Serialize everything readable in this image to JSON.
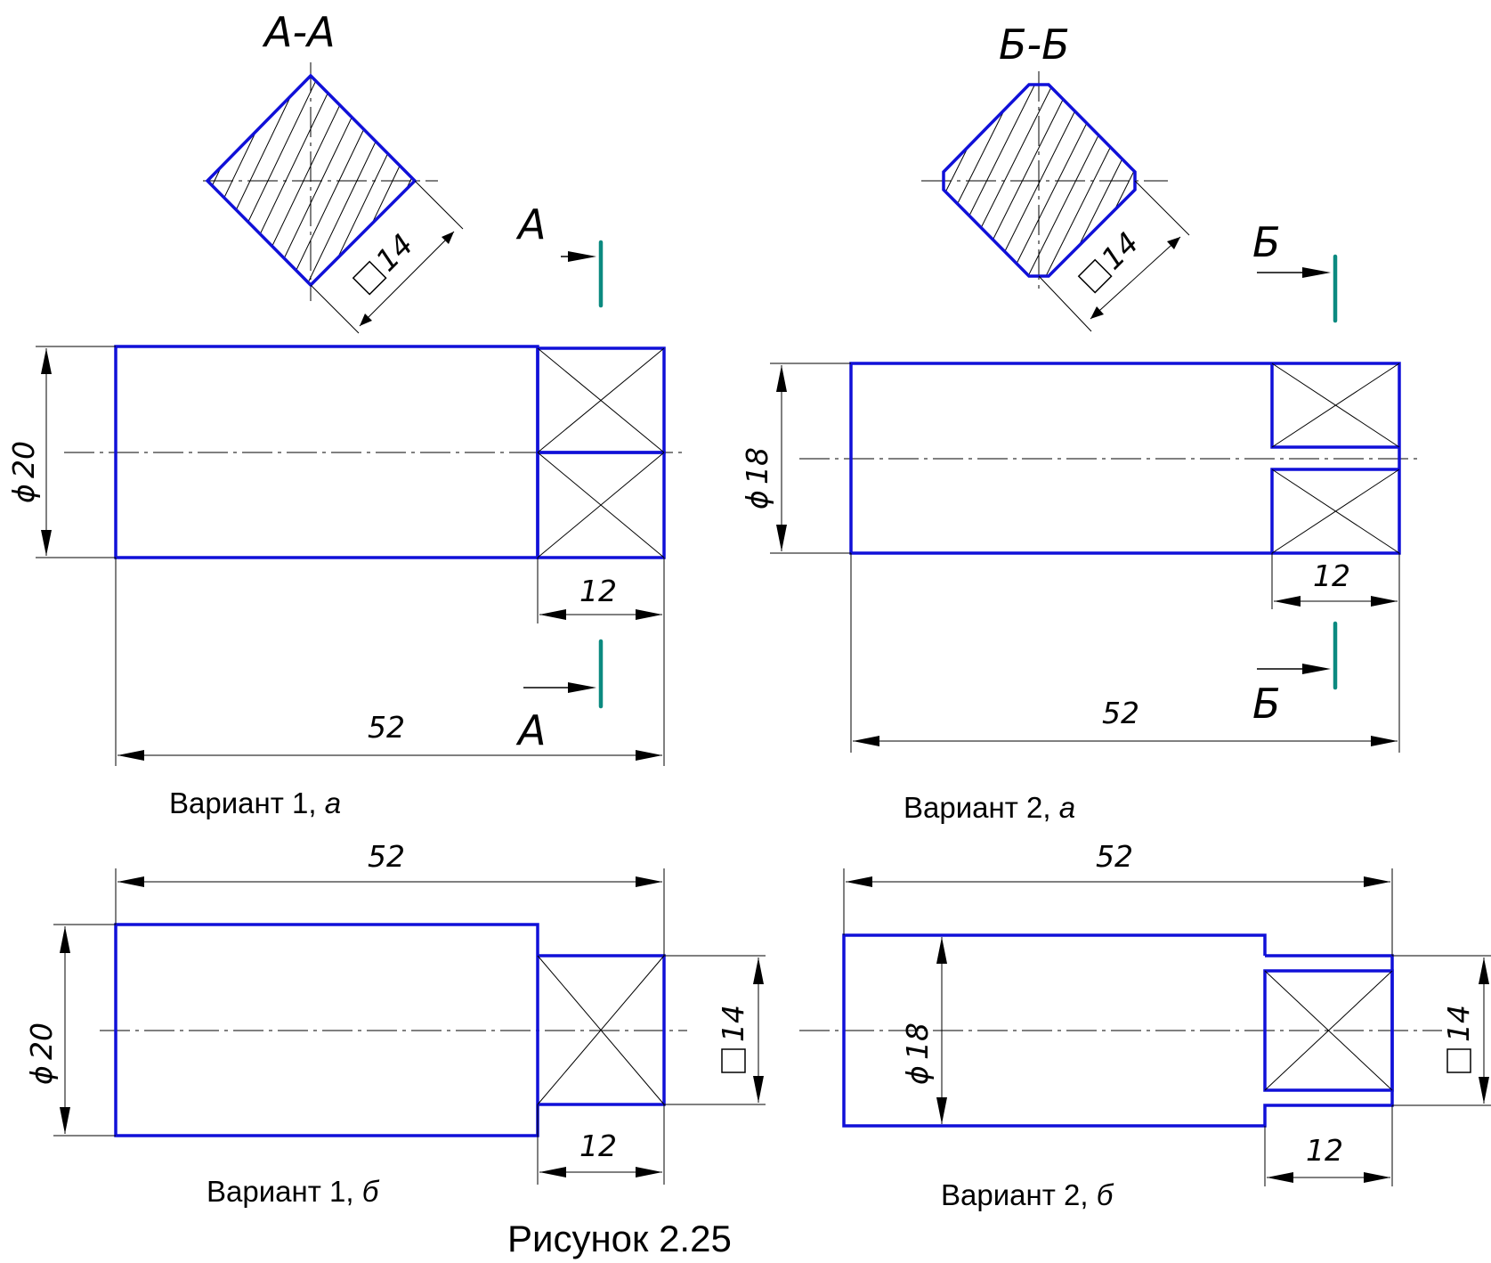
{
  "sections": {
    "aa_title": "А-А",
    "bb_title": "Б-Б",
    "aa_mark": "А",
    "bb_mark": "Б",
    "square_size": "14"
  },
  "variant1a": {
    "caption": "Вариант 1, ",
    "caption_italic": "а",
    "diameter": "20",
    "length": "52",
    "square_len": "12"
  },
  "variant2a": {
    "caption": "Вариант 2, ",
    "caption_italic": "а",
    "diameter": "18",
    "length": "52",
    "square_len": "12"
  },
  "variant1b": {
    "caption": "Вариант 1, ",
    "caption_italic": "б",
    "diameter": "20",
    "length": "52",
    "square_len": "12",
    "square_size": "14"
  },
  "variant2b": {
    "caption": "Вариант 2, ",
    "caption_italic": "б",
    "diameter": "18",
    "length": "52",
    "square_len": "12",
    "square_size": "14"
  },
  "figure_caption": "Рисунок 2.25",
  "symbols": {
    "diameter_sign": "ϕ",
    "square_sign": "□"
  },
  "colors": {
    "outline": "#1010d8",
    "cutting_plane": "#0b8a80"
  }
}
